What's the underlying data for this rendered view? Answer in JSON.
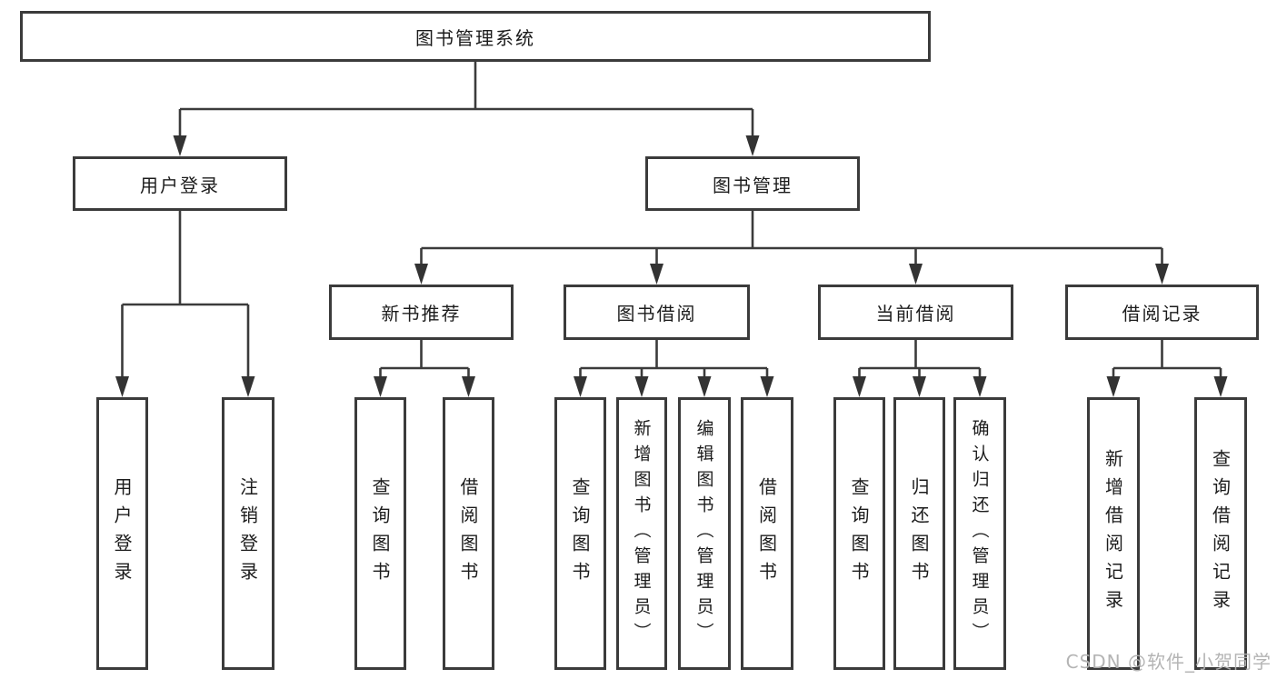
{
  "diagram": {
    "root": {
      "label": "图书管理系统"
    },
    "level2": {
      "user_login": {
        "label": "用户登录"
      },
      "book_management": {
        "label": "图书管理"
      }
    },
    "level3": {
      "new_book_recommend": {
        "label": "新书推荐"
      },
      "book_borrow": {
        "label": "图书借阅"
      },
      "current_borrow": {
        "label": "当前借阅"
      },
      "borrow_record": {
        "label": "借阅记录"
      }
    },
    "leaves": {
      "user_login": {
        "label": "用户登录"
      },
      "logout": {
        "label": "注销登录"
      },
      "query_book_1": {
        "label": "查询图书"
      },
      "borrow_book_1": {
        "label": "借阅图书"
      },
      "query_book_2": {
        "label": "查询图书"
      },
      "add_book_admin": {
        "label": "新增图书（管理员）"
      },
      "edit_book_admin": {
        "label": "编辑图书（管理员）"
      },
      "borrow_book_2": {
        "label": "借阅图书"
      },
      "query_book_3": {
        "label": "查询图书"
      },
      "return_book": {
        "label": "归还图书"
      },
      "confirm_return_admin": {
        "label": "确认归还（管理员）"
      },
      "add_borrow_record": {
        "label": "新增借阅记录"
      },
      "query_borrow_record": {
        "label": "查询借阅记录"
      }
    }
  },
  "watermark": {
    "text": "CSDN @软件_小贺同学"
  },
  "colors": {
    "line": "#3b3b3b",
    "box_border": "#3b3b3b",
    "text": "#1c1c1c",
    "watermark": "#b0b0b0",
    "background": "#ffffff"
  }
}
